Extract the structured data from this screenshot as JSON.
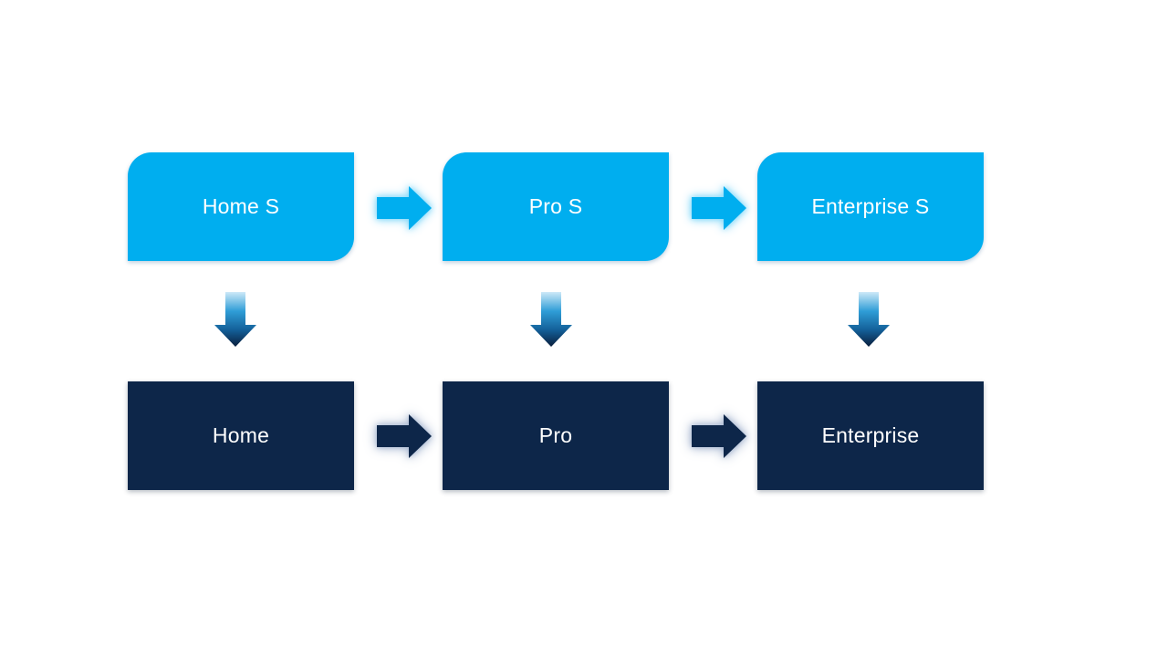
{
  "diagram": {
    "type": "process-flow",
    "columns": [
      {
        "top_label": "Home S",
        "bottom_label": "Home"
      },
      {
        "top_label": "Pro S",
        "bottom_label": "Pro"
      },
      {
        "top_label": "Enterprise S",
        "bottom_label": "Enterprise"
      }
    ],
    "icons": {
      "right_arrow": "right-arrow",
      "down_arrow": "down-arrow"
    },
    "colors": {
      "background": "#FFFFFF",
      "top_box_fill": "#00AEEF",
      "bottom_box_fill": "#0D2649",
      "box_text": "#FFFFFF",
      "top_arrow_fill": "#00AEEF",
      "top_arrow_glow": "#8FDCFA",
      "bottom_arrow_fill": "#0D2649",
      "bottom_arrow_glow": "#AAB9D2",
      "down_arrow_top": "#CDE9F8",
      "down_arrow_mid": "#2F9DD7",
      "down_arrow_low": "#135E97",
      "down_arrow_tip": "#0A1E3C"
    }
  }
}
